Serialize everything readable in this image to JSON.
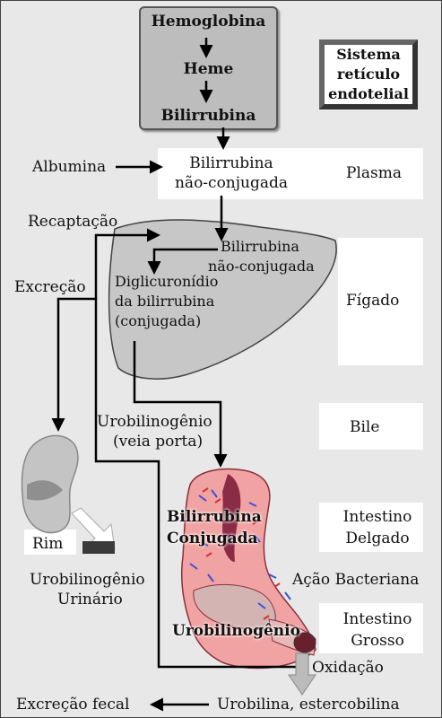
{
  "top_box": {
    "hemoglobina": "Hemoglobina",
    "heme": "Heme",
    "bilirrubina": "Bilirrubina"
  },
  "sre": {
    "line1": "Sistema",
    "line2": "retículo",
    "line3": "endotelial"
  },
  "plasma": {
    "left": "Albumina",
    "center1": "Bilirrubina",
    "center2": "não-conjugada",
    "right": "Plasma"
  },
  "liver": {
    "recaptacao": "Recaptação",
    "excrecao": "Excreção",
    "bili1": "Bilirrubina",
    "bili2": "não-conjugada",
    "dig1": "Diglicuronídio",
    "dig2": "da bilirrubina",
    "dig3": "(conjugada)",
    "right": "Fígado"
  },
  "bile": {
    "left1": "Urobilinogênio",
    "left2": "(veia porta)",
    "right": "Bile"
  },
  "kidney": {
    "label": "Rim",
    "urine1": "Urobilinogênio",
    "urine2": "Urinário"
  },
  "intestine": {
    "conj1": "Bilirrubina",
    "conj2": "Conjugada",
    "small1": "Intestino",
    "small2": "Delgado",
    "bacterial": "Ação Bacteriana",
    "urobilinogen": "Urobilinogênio",
    "large1": "Intestino",
    "large2": "Grosso",
    "oxidation": "Oxidação"
  },
  "bottom": {
    "fecal": "Excreção fecal",
    "urobilina": "Urobilina, estercobilina"
  }
}
